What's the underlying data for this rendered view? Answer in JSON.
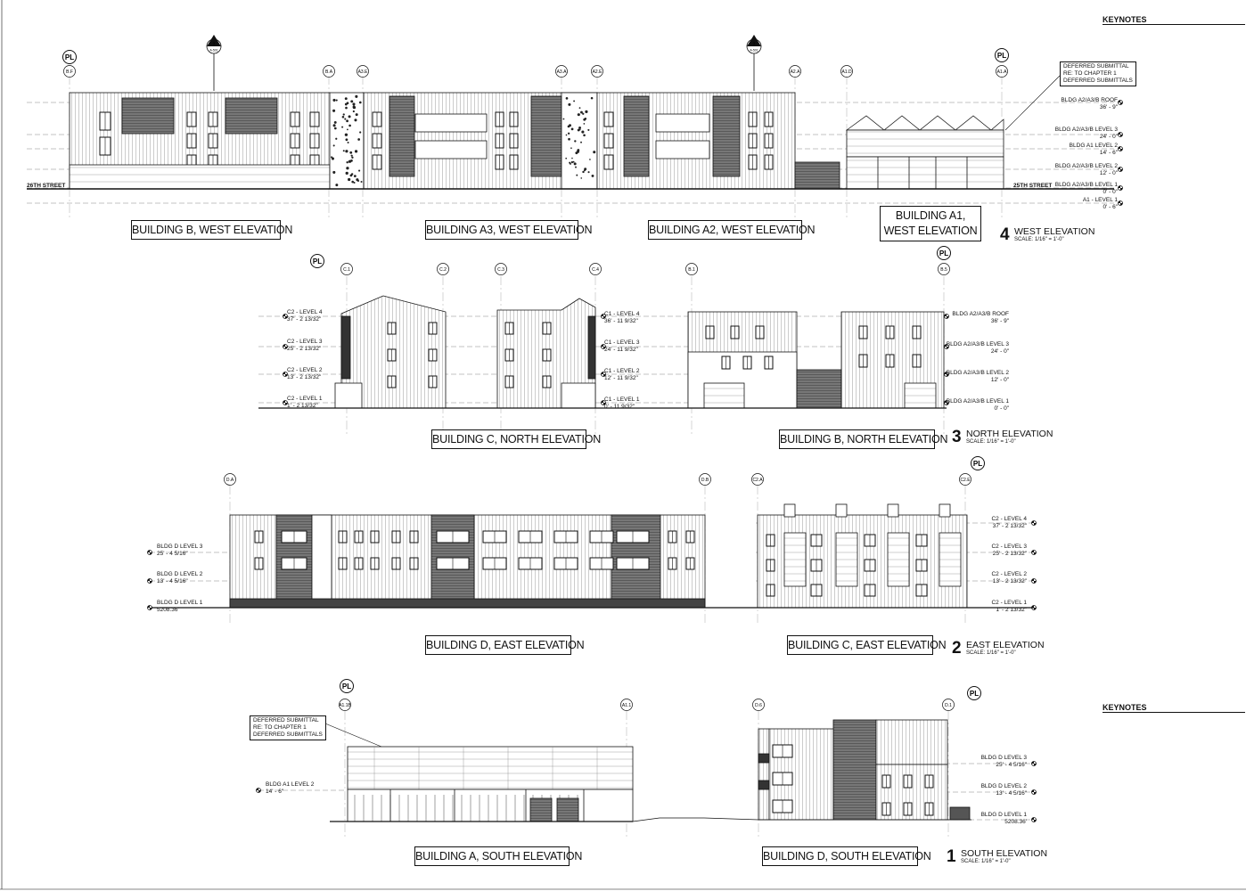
{
  "keynotes": {
    "top": "KEYNOTES",
    "bottom": "KEYNOTES"
  },
  "views": {
    "west": {
      "num": "4",
      "name": "WEST ELEVATION",
      "scale": "SCALE: 1/16\" = 1'-0\""
    },
    "north": {
      "num": "3",
      "name": "NORTH ELEVATION",
      "scale": "SCALE: 1/16\" = 1'-0\""
    },
    "east": {
      "num": "2",
      "name": "EAST ELEVATION",
      "scale": "SCALE: 1/16\" = 1'-0\""
    },
    "south": {
      "num": "1",
      "name": "SOUTH ELEVATION",
      "scale": "SCALE: 1/16\" = 1'-0\""
    }
  },
  "labels": {
    "b_west": "BUILDING B, WEST ELEVATION",
    "a3_west": "BUILDING A3, WEST ELEVATION",
    "a2_west": "BUILDING A2, WEST ELEVATION",
    "a1_west_1": "BUILDING A1,",
    "a1_west_2": "WEST ELEVATION",
    "c_north": "BUILDING C, NORTH ELEVATION",
    "b_north": "BUILDING B, NORTH ELEVATION",
    "d_east": "BUILDING D, EAST ELEVATION",
    "c_east": "BUILDING C, EAST ELEVATION",
    "a_south": "BUILDING A, SOUTH ELEVATION",
    "d_south": "BUILDING D, SOUTH ELEVATION"
  },
  "notes": {
    "deferred1": [
      "DEFERRED SUBMITTAL",
      "RE: TO CHAPTER 1",
      "DEFERRED SUBMITTALS"
    ],
    "deferred2": [
      "DEFERRED SUBMITTAL",
      "RE: TO CHAPTER 1",
      "DEFERRED SUBMITTALS"
    ]
  },
  "streets": {
    "left": "26TH STREET",
    "right": "25TH STREET"
  },
  "grid": {
    "west": [
      "B.F",
      "B.A",
      "A3.E",
      "A3.A",
      "A2.E",
      "A2.A",
      "A1.D",
      "A1.A"
    ],
    "north_c": [
      "C.1",
      "C.2",
      "C.3",
      "C.4"
    ],
    "north_b": [
      "B.1",
      "B.5"
    ],
    "east_d": [
      "D.A",
      "D.B"
    ],
    "east_c": [
      "C2.A",
      "C2.E"
    ],
    "south_a": [
      "A1.1B",
      "A1.1"
    ],
    "south_d": [
      "D.6",
      "D.1"
    ],
    "pl": "PL",
    "section": "2",
    "section_sheet": "A-501"
  },
  "levels": {
    "west": [
      {
        "name": "BLDG A2/A3/B ROOF",
        "elev": "36' - 9\""
      },
      {
        "name": "BLDG A2/A3/B LEVEL 3",
        "elev": "24' - 0\""
      },
      {
        "name": "BLDG A1 LEVEL 2",
        "elev": "14' - 6\""
      },
      {
        "name": "BLDG A2/A3/B LEVEL 2",
        "elev": "12' - 0\""
      },
      {
        "name": "BLDG A2/A3/B LEVEL 1",
        "elev": "0' - 0\""
      },
      {
        "name": "A1 - LEVEL 1",
        "elev": "0' - 6\""
      }
    ],
    "north_c_left": [
      {
        "name": "C2 - LEVEL 4",
        "elev": "37' - 2 13/32\""
      },
      {
        "name": "C2 - LEVEL 3",
        "elev": "25' - 2 13/32\""
      },
      {
        "name": "C2 - LEVEL 2",
        "elev": "13' - 2 13/32\""
      },
      {
        "name": "C2 - LEVEL 1",
        "elev": "1' - 2 13/32\""
      }
    ],
    "north_c_right": [
      {
        "name": "C1 - LEVEL 4",
        "elev": "36' - 11 9/32\""
      },
      {
        "name": "C1 - LEVEL 3",
        "elev": "24' - 11 9/32\""
      },
      {
        "name": "C1 - LEVEL 2",
        "elev": "12' - 11 9/32\""
      },
      {
        "name": "C1 - LEVEL 1",
        "elev": "0' - 11 9/32\""
      }
    ],
    "north_b": [
      {
        "name": "BLDG A2/A3/B ROOF",
        "elev": "36' - 9\""
      },
      {
        "name": "BLDG A2/A3/B LEVEL 3",
        "elev": "24' - 0\""
      },
      {
        "name": "BLDG A2/A3/B LEVEL 2",
        "elev": "12' - 0\""
      },
      {
        "name": "BLDG A2/A3/B LEVEL 1",
        "elev": "0' - 0\""
      }
    ],
    "east_d": [
      {
        "name": "BLDG D LEVEL 3",
        "elev": "25' - 4 5/16\""
      },
      {
        "name": "BLDG D LEVEL 2",
        "elev": "13' - 4 5/16\""
      },
      {
        "name": "BLDG D LEVEL 1",
        "elev": "5208.36'"
      }
    ],
    "east_c": [
      {
        "name": "C2 - LEVEL 4",
        "elev": "37' - 2 13/32\""
      },
      {
        "name": "C2 - LEVEL 3",
        "elev": "25' - 2 13/32\""
      },
      {
        "name": "C2 - LEVEL 2",
        "elev": "13' - 2 13/32\""
      },
      {
        "name": "C2 - LEVEL 1",
        "elev": "1' - 2 13/32\""
      }
    ],
    "south_a": [
      {
        "name": "BLDG A1 LEVEL 2",
        "elev": "14' - 6\""
      }
    ],
    "south_d": [
      {
        "name": "BLDG D LEVEL 3",
        "elev": "25' - 4 5/16\""
      },
      {
        "name": "BLDG D LEVEL 2",
        "elev": "13' - 4 5/16\""
      },
      {
        "name": "BLDG D LEVEL 1",
        "elev": "5208.36'"
      }
    ]
  }
}
